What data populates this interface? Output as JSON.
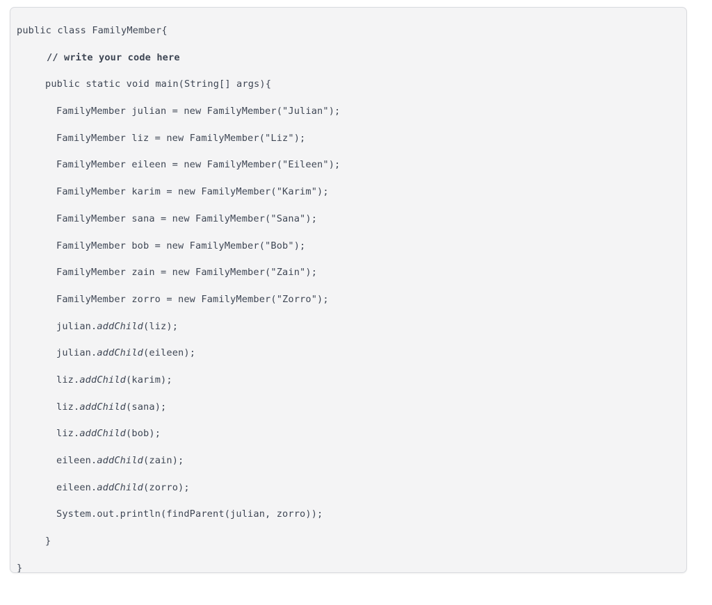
{
  "editor": {
    "card_name": "code-block",
    "background_color": "#f4f4f5",
    "border_color": "#d8dade",
    "text_color": "#3e4654",
    "language": "java"
  },
  "code": {
    "lines": [
      {
        "indent": 0,
        "style": "plain",
        "text": "public class FamilyMember{"
      },
      {
        "indent": 1,
        "style": "bold",
        "text": "// write your code here"
      },
      {
        "indent": 2,
        "style": "plain",
        "text": "public static void main(String[] args){"
      },
      {
        "indent": 3,
        "style": "plain",
        "text": "FamilyMember julian = new FamilyMember(\"Julian\");"
      },
      {
        "indent": 3,
        "style": "plain",
        "text": "FamilyMember liz = new FamilyMember(\"Liz\");"
      },
      {
        "indent": 3,
        "style": "plain",
        "text": "FamilyMember eileen = new FamilyMember(\"Eileen\");"
      },
      {
        "indent": 3,
        "style": "plain",
        "text": "FamilyMember karim = new FamilyMember(\"Karim\");"
      },
      {
        "indent": 3,
        "style": "plain",
        "text": "FamilyMember sana = new FamilyMember(\"Sana\");"
      },
      {
        "indent": 3,
        "style": "plain",
        "text": "FamilyMember bob = new FamilyMember(\"Bob\");"
      },
      {
        "indent": 3,
        "style": "plain",
        "text": "FamilyMember zain = new FamilyMember(\"Zain\");"
      },
      {
        "indent": 3,
        "style": "plain",
        "text": "FamilyMember zorro = new FamilyMember(\"Zorro\");"
      },
      {
        "indent": 3,
        "style": "method",
        "prefix": "julian.",
        "method": "addChild",
        "suffix": "(liz);"
      },
      {
        "indent": 3,
        "style": "method",
        "prefix": "julian.",
        "method": "addChild",
        "suffix": "(eileen);"
      },
      {
        "indent": 3,
        "style": "method",
        "prefix": "liz.",
        "method": "addChild",
        "suffix": "(karim);"
      },
      {
        "indent": 3,
        "style": "method",
        "prefix": "liz.",
        "method": "addChild",
        "suffix": "(sana);"
      },
      {
        "indent": 3,
        "style": "method",
        "prefix": "liz.",
        "method": "addChild",
        "suffix": "(bob);"
      },
      {
        "indent": 3,
        "style": "method",
        "prefix": "eileen.",
        "method": "addChild",
        "suffix": "(zain);"
      },
      {
        "indent": 3,
        "style": "method",
        "prefix": "eileen.",
        "method": "addChild",
        "suffix": "(zorro);"
      },
      {
        "indent": 3,
        "style": "plain",
        "text": "System.out.println(findParent(julian, zorro));"
      },
      {
        "indent": 2,
        "style": "plain",
        "text": "}"
      },
      {
        "indent": 0,
        "style": "plain",
        "text": "}"
      }
    ]
  }
}
